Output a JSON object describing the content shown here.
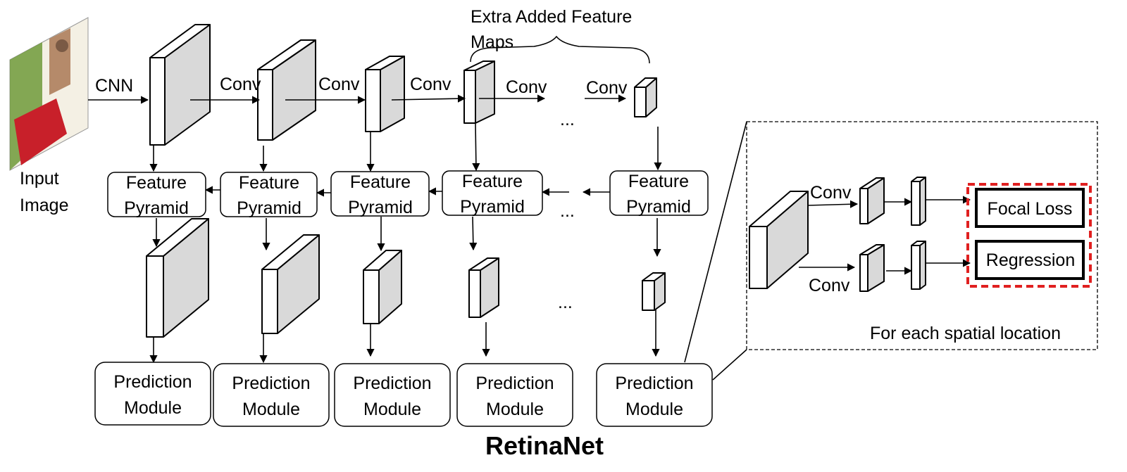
{
  "title": "RetinaNet",
  "input_label_line1": "Input",
  "input_label_line2": "Image",
  "extra_label_line1": "Extra Added Feature",
  "extra_label_line2": "Maps",
  "backbone_edges": [
    "CNN",
    "Conv",
    "Conv",
    "Conv",
    "Conv",
    "Conv"
  ],
  "ellipsis": "...",
  "feature_pyramid": {
    "line1": "Feature",
    "line2": "Pyramid"
  },
  "prediction_module": {
    "line1": "Prediction",
    "line2": "Module"
  },
  "detail": {
    "conv_top": "Conv",
    "conv_bottom": "Conv",
    "focal_loss": "Focal Loss",
    "regression": "Regression",
    "caption": "For each  spatial location"
  },
  "colors": {
    "block_face": "#ffffff",
    "block_side": "#d9d9d9",
    "stroke": "#000000",
    "highlight": "#e02020",
    "photo_sky": "#f4f0e4",
    "photo_foliage": "#6f9a3a",
    "photo_bike": "#c8202a"
  }
}
